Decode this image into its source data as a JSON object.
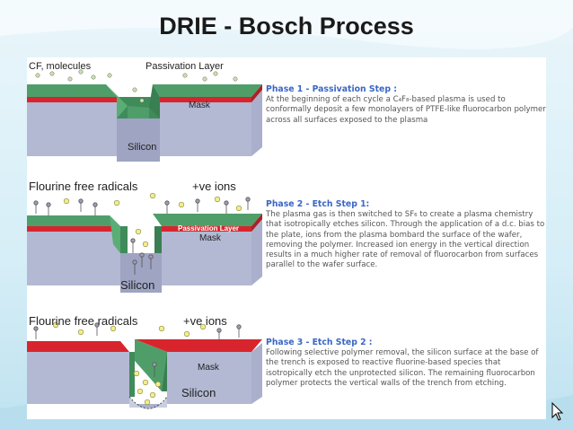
{
  "title": "DRIE - Bosch Process",
  "phases": [
    {
      "heading": "Phase 1 - Passivation Step :",
      "text": "At the beginning of each cycle a C₄F₈-based plasma is used to conformally deposit a few monolayers of PTFE-like fluorocarbon polymer across all surfaces exposed to the plasma",
      "labels": {
        "molecules": "CF, molecules",
        "passivation": "Passivation Layer",
        "mask": "Mask",
        "silicon": "Silicon"
      }
    },
    {
      "heading": "Phase 2 - Etch Step 1:",
      "text": "The plasma gas is then switched to SF₆ to create a plasma chemistry that isotropically etches silicon. Through the application of a d.c. bias to the plate, ions from the plasma bombard the surface of the wafer, removing the polymer. Increased ion energy in the vertical direction results in a much higher rate of removal of fluorocarbon from surfaces parallel to the wafer surface.",
      "labels": {
        "radicals": "Flourine free radicals",
        "ions": "+ve ions",
        "passivation": "Passivation Layer",
        "mask": "Mask",
        "silicon": "Silicon"
      }
    },
    {
      "heading": "Phase 3 - Etch Step 2 :",
      "text": "Following selective polymer removal, the silicon surface at the base of the trench is exposed to reactive fluorine-based species that isotropically etch the unprotected silicon. The remaining fluorocarbon polymer protects the vertical walls of the trench from etching.",
      "labels": {
        "radicals": "Flourine free radicals",
        "ions": "+ve ions",
        "mask": "Mask",
        "silicon": "Silicon"
      }
    }
  ],
  "colors": {
    "passivation": "#4f9e6a",
    "mask": "#d8252d",
    "silicon": "#aab0cc",
    "particle": "#f2ee8a"
  }
}
